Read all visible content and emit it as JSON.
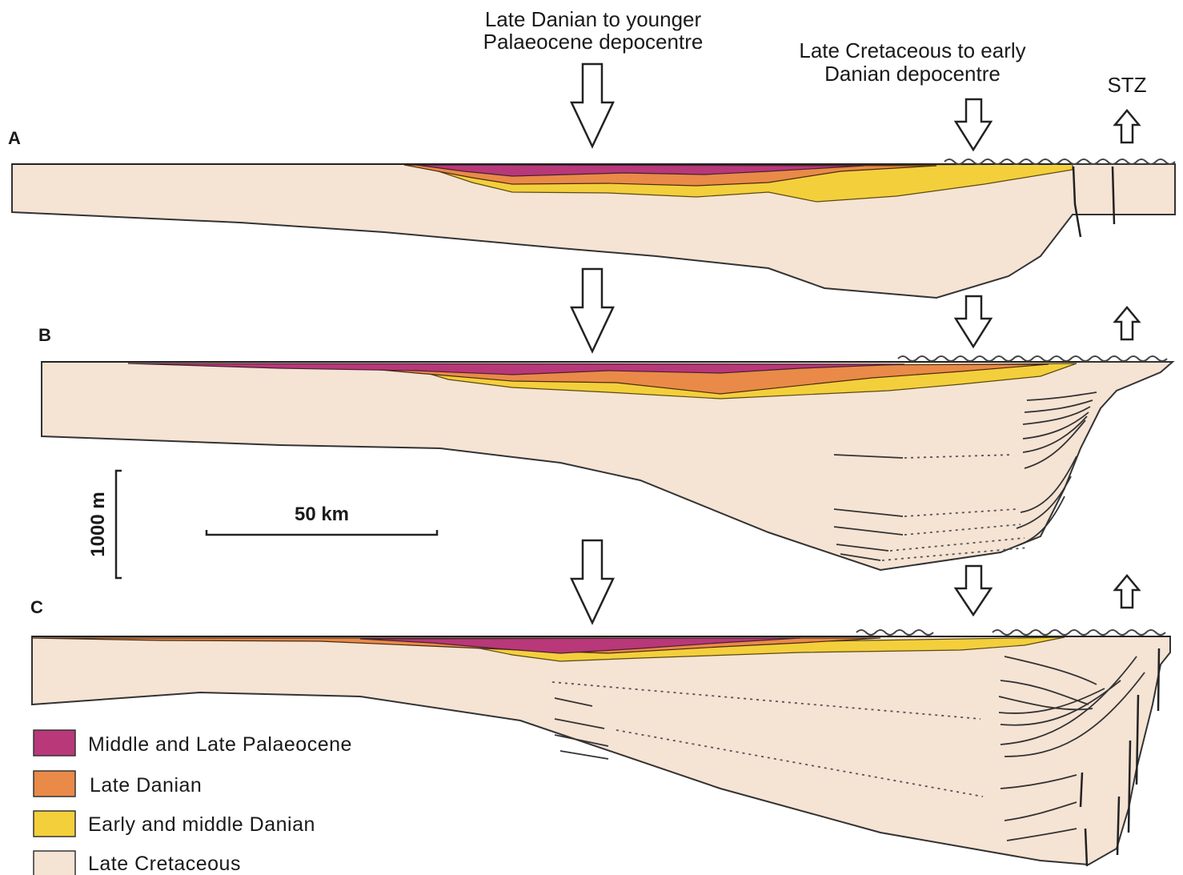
{
  "labels": {
    "depocentre_young_line1": "Late Danian to younger",
    "depocentre_young_line2": "Palaeocene depocentre",
    "depocentre_old_line1": "Late Cretaceous to early",
    "depocentre_old_line2": "Danian depocentre",
    "stz": "STZ"
  },
  "panels": {
    "a": "A",
    "b": "B",
    "c": "C"
  },
  "scale": {
    "vertical": "1000 m",
    "horizontal": "50  km"
  },
  "legend": [
    {
      "label": "Middle and Late Palaeocene",
      "color": "#b8387a"
    },
    {
      "label": "Late Danian",
      "color": "#e98a48"
    },
    {
      "label": "Early and middle Danian",
      "color": "#f4cf3c"
    },
    {
      "label": "Late Cretaceous",
      "color": "#f5e3d4"
    }
  ]
}
